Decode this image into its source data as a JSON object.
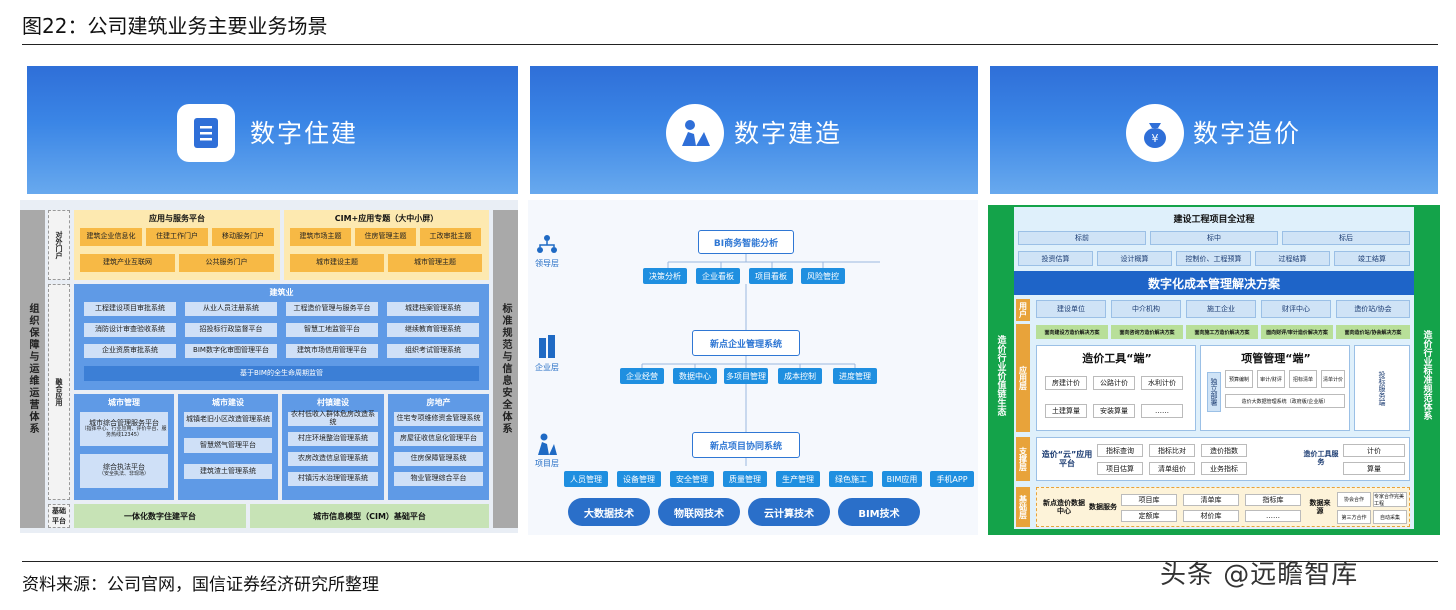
{
  "header": {
    "title": "图22：公司建筑业务主要业务场景"
  },
  "footer": {
    "source": "资料来源：公司官网，国信证券经济研究所整理",
    "watermark": "头条 @远瞻智库"
  },
  "banners": [
    {
      "label": "数字住建",
      "icon": "document-icon"
    },
    {
      "label": "数字建造",
      "icon": "worker-icon"
    },
    {
      "label": "数字造价",
      "icon": "price-bag-icon"
    }
  ],
  "panel1": {
    "left_bar": "组织保障与运维运营体系",
    "right_bar": "标准规范与信息安全体系",
    "row_labels": [
      "对外门户",
      "融合应用",
      "基础平台"
    ],
    "app_platform": {
      "title": "应用与服务平台",
      "items": [
        "建筑企业信息化",
        "住建工作门户",
        "移动服务门户",
        "建筑产业互联网",
        "公共服务门户"
      ]
    },
    "cim_platform": {
      "title": "CIM+应用专题（大中小屏）",
      "items": [
        "建筑市场主题",
        "住房管理主题",
        "工改审批主题",
        "城市建设主题",
        "城市管理主题"
      ]
    },
    "construction": {
      "title": "建筑业",
      "items": [
        "工程建设项目审批系统",
        "从业人员注册系统",
        "工程造价管理与服务平台",
        "城建档案管理系统",
        "消防设计审查验收系统",
        "招投标行政监督平台",
        "智慧工地监管平台",
        "继续教育管理系统",
        "企业资质审批系统",
        "BIM数字化审图管理平台",
        "建筑市场信用管理平台",
        "组织考试管理系统"
      ],
      "bar": "基于BIM的全生命周期监管"
    },
    "sections": [
      {
        "title": "城市管理",
        "items": [
          "城市综合管理服务平台",
          "（指挥中心、行业应用、评价平台、服务热线12345）",
          "综合执法平台",
          "（安全执法、非现场）"
        ]
      },
      {
        "title": "城市建设",
        "items": [
          "城镇老旧小区改造管理系统",
          "智慧燃气管理平台",
          "建筑渣土管理系统"
        ]
      },
      {
        "title": "村镇建设",
        "items": [
          "农村低收入群体危房改造系统",
          "村庄环境整治管理系统",
          "农房改造信息管理系统",
          "村镇污水治理管理系统"
        ]
      },
      {
        "title": "房地产",
        "items": [
          "住宅专项维修资金管理系统",
          "房屋征收信息化管理平台",
          "住房保障管理系统",
          "物业管理综合平台"
        ]
      }
    ],
    "base": [
      "一体化数字住建平台",
      "城市信息模型（CIM）基础平台"
    ]
  },
  "panel2": {
    "layers": [
      "领导层",
      "企业层",
      "项目层"
    ],
    "bi": {
      "title": "BI商务智能分析",
      "items": [
        "决策分析",
        "企业看板",
        "项目看板",
        "风险管控"
      ]
    },
    "enterprise": {
      "title": "新点企业管理系统",
      "items": [
        "企业经营",
        "数据中心",
        "多项目管理",
        "成本控制",
        "进度管理"
      ]
    },
    "project": {
      "title": "新点项目协同系统",
      "items": [
        "人员管理",
        "设备管理",
        "安全管理",
        "质量管理",
        "生产管理",
        "绿色施工",
        "BIM应用",
        "手机APP"
      ]
    },
    "tech": [
      "大数据技术",
      "物联网技术",
      "云计算技术",
      "BIM技术"
    ]
  },
  "panel3": {
    "left_bar": "造价行业价值链生态",
    "right_bar": "造价行业标准规范体系",
    "process": {
      "title": "建设工程项目全过程",
      "phases": [
        "标前",
        "标中",
        "标后"
      ],
      "steps": [
        "投资估算",
        "设计概算",
        "控制价、工程预算",
        "过程结算",
        "竣工结算"
      ]
    },
    "solution": "数字化成本管理解决方案",
    "users": {
      "label": "用户",
      "items": [
        "建设单位",
        "中介机构",
        "施工企业",
        "财评中心",
        "造价站/协会"
      ]
    },
    "app_layer": {
      "label": "应用层",
      "plans": [
        "面向建设方造价解决方案",
        "面向咨询方造价解决方案",
        "面向施工方造价解决方案",
        "面向财评/审计造价解决方案",
        "面向造价站/协会解决方案"
      ]
    },
    "tool_end": {
      "title": "造价工具“端”",
      "items": [
        "房建计价",
        "公路计价",
        "水利计价",
        "土建算量",
        "安装算量",
        "……"
      ]
    },
    "project_end": {
      "title": "项管管理“端”",
      "items": [
        "独立部署",
        "预算编制",
        "审计/财评",
        "招标清单",
        "清单计价",
        "造价大数据管理系统（政府版/企业版）"
      ]
    },
    "dept_service": "投标服务端",
    "support": {
      "label": "支撑层",
      "cloud": "造价“云”应用平台",
      "items": [
        "指标查询",
        "指标比对",
        "造价指数",
        "项目估算",
        "清单组价",
        "业务指标",
        "计价",
        "算量"
      ],
      "side": "造价工具服务"
    },
    "base": {
      "label": "基础层",
      "center": "新点造价数据中心",
      "svc": "数据服务",
      "items": [
        "项目库",
        "清单库",
        "指标库",
        "定额库",
        "材价库",
        "……"
      ],
      "src": "数据来源",
      "srcitems": [
        "协会合作",
        "专家合作完美工程",
        "第三方合作",
        "自动采集"
      ]
    }
  }
}
